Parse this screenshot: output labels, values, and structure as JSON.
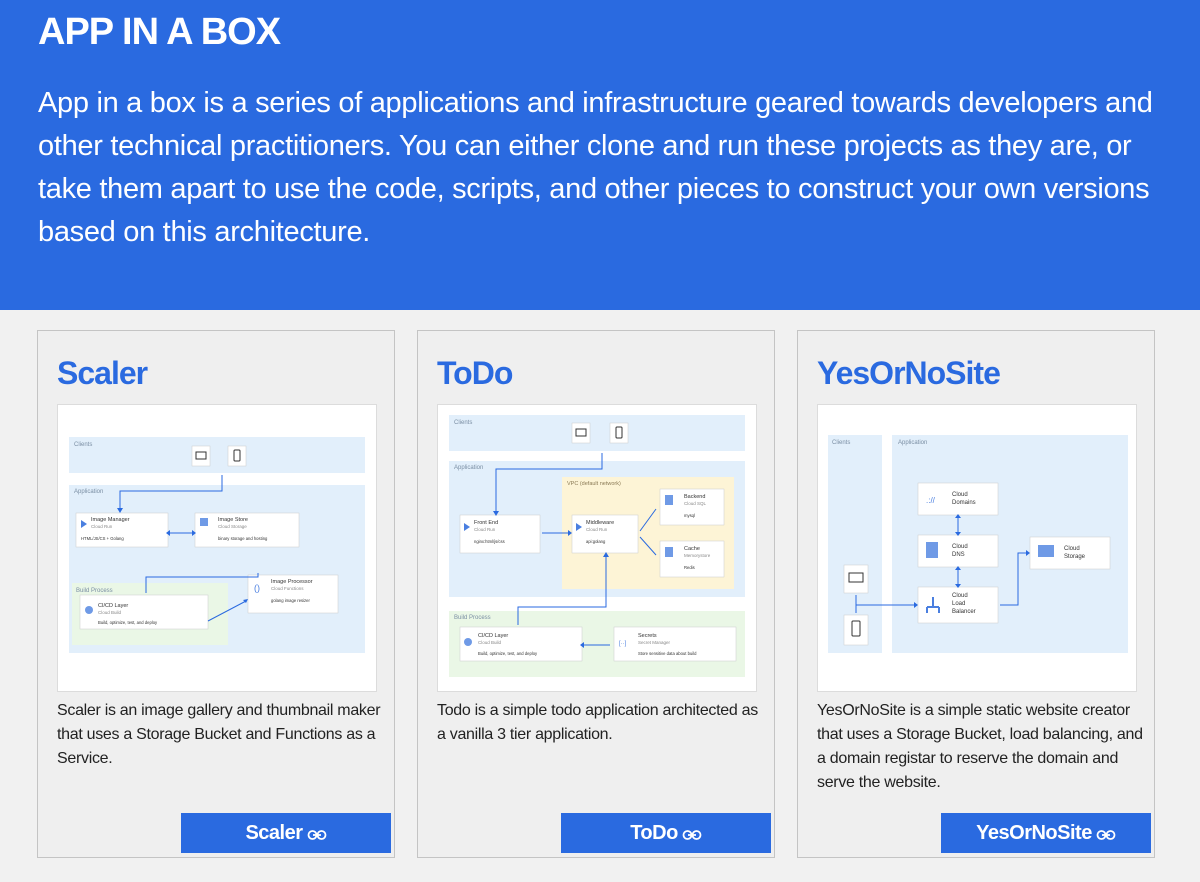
{
  "hero": {
    "title": "APP IN A BOX",
    "description": "App in a box is a series of applications and infrastructure geared towards developers and other technical practitioners. You can either clone and run these projects as they are, or take them apart to use the code, scripts, and other pieces to construct your own versions based on this architecture."
  },
  "cards": [
    {
      "title": "Scaler",
      "description": "Scaler is an image gallery and thumbnail maker that uses a Storage Bucket and Functions as a Service.",
      "button_label": "Scaler",
      "diagram": {
        "clients": "Clients",
        "application": "Application",
        "build_process": "Build Process",
        "image_manager": "Image Manager",
        "image_manager_sub": "Cloud Run",
        "image_manager_detail": "HTML/JS/CS + Golang",
        "image_store": "Image Store",
        "image_store_sub": "Cloud Storage",
        "image_store_detail": "binary storage and hosting",
        "cicd": "CI/CD Layer",
        "cicd_sub": "Cloud Build",
        "cicd_detail": "Build, optimize, test, and deploy",
        "image_processor": "Image Processor",
        "image_processor_sub": "Cloud Functions",
        "image_processor_detail": "golang image resizer"
      }
    },
    {
      "title": "ToDo",
      "description": "Todo is a simple todo application architected as a vanilla 3 tier application.",
      "button_label": "ToDo",
      "diagram": {
        "clients": "Clients",
        "application": "Application",
        "vpc": "VPC (default network)",
        "build_process": "Build Process",
        "frontend": "Front End",
        "frontend_sub": "Cloud Run",
        "frontend_detail": "nginx:html/js/css",
        "middleware": "Middleware",
        "middleware_sub": "Cloud Run",
        "middleware_detail": "api:golang",
        "backend": "Backend",
        "backend_sub": "Cloud SQL",
        "backend_detail": "mysql",
        "cache": "Cache",
        "cache_sub": "Memorystore",
        "cache_detail": "Redis",
        "cicd": "CI/CD Layer",
        "cicd_sub": "Cloud Build",
        "cicd_detail": "Build, optimize, test, and deploy",
        "secrets": "Secrets",
        "secrets_sub": "Secret Manager",
        "secrets_detail": "Store sensitive data about build"
      }
    },
    {
      "title": "YesOrNoSite",
      "description": "YesOrNoSite is a simple static website creator that uses a Storage Bucket, load balancing, and a domain registar to reserve the domain and serve the website.",
      "button_label": "YesOrNoSite",
      "diagram": {
        "clients": "Clients",
        "application": "Application",
        "domains_1": "Cloud",
        "domains_2": "Domains",
        "dns_1": "Cloud",
        "dns_2": "DNS",
        "lb_1": "Cloud",
        "lb_2": "Load",
        "lb_3": "Balancer",
        "storage_1": "Cloud",
        "storage_2": "Storage"
      }
    }
  ],
  "colors": {
    "brand_blue": "#2a6ae0",
    "zone_blue": "#e2effb",
    "zone_green": "#eaf7e6",
    "zone_yellow": "#fdf4d6"
  },
  "icons": {
    "button_icon": "link-icon"
  }
}
